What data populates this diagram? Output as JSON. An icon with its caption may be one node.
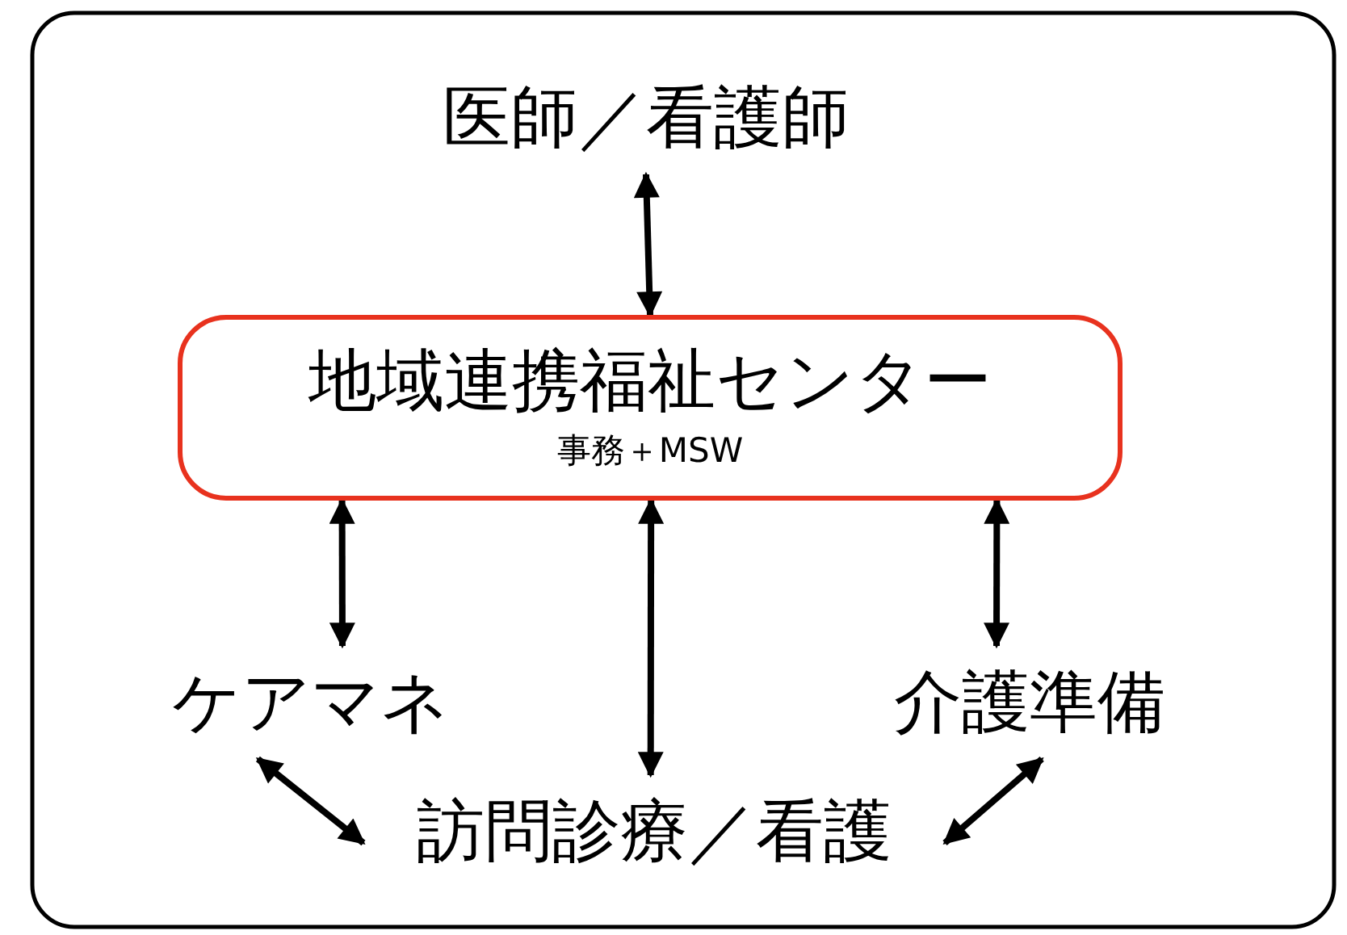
{
  "diagram": {
    "nodes": [
      {
        "text": [
          "医師／看護師"
        ]
      },
      {
        "text": [
          "地域連携福祉センター",
          "事務＋MSW"
        ]
      },
      {
        "text": [
          "ケアマネ"
        ]
      },
      {
        "text": [
          "訪問診療／看護"
        ]
      },
      {
        "text": [
          "介護準備"
        ]
      }
    ],
    "edges": [
      {
        "from": 0,
        "to": 1,
        "arrow": "both"
      },
      {
        "from": 1,
        "to": 2,
        "arrow": "both"
      },
      {
        "from": 1,
        "to": 3,
        "arrow": "both"
      },
      {
        "from": 1,
        "to": 4,
        "arrow": "both"
      },
      {
        "from": 2,
        "to": 3,
        "arrow": "both"
      },
      {
        "from": 4,
        "to": 3,
        "arrow": "both"
      }
    ]
  }
}
